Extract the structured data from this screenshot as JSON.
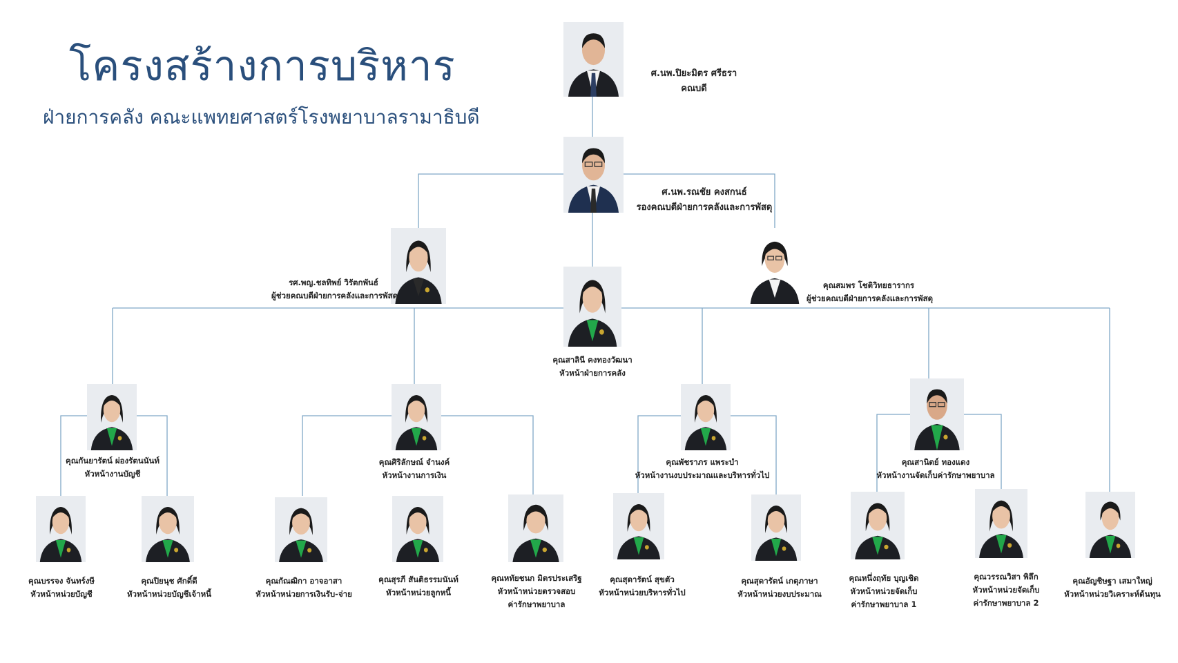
{
  "header": {
    "title": "โครงสร้างการบริหาร",
    "subtitle": "ฝ่ายการคลัง คณะแพทยศาสตร์โรงพยาบาลรามาธิบดี"
  },
  "colors": {
    "title": "#2a4f7c",
    "connector": "#7fa7c6",
    "jacket_dark": "#1d1f24",
    "jacket_navy": "#1f3050",
    "shirt_green": "#22a84a",
    "badge": "#c9a630"
  },
  "people": [
    {
      "id": "dean",
      "name": "ศ.นพ.ปิยะมิตร ศรีธรา",
      "role": "คณบดี"
    },
    {
      "id": "deputy",
      "name": "ศ.นพ.รณชัย คงสกนธ์",
      "role": "รองคณบดีฝ่ายการคลังและการพัสดุ"
    },
    {
      "id": "assist1",
      "name": "รศ.พญ.ชลทิพย์ วิรัตกพันธ์",
      "role": "ผู้ช่วยคณบดีฝ่ายการคลังและการพัสดุ"
    },
    {
      "id": "assist2",
      "name": "คุณสมพร โชติวิทยธารากร",
      "role": "ผู้ช่วยคณบดีฝ่ายการคลังและการพัสดุ"
    },
    {
      "id": "head",
      "name": "คุณสาลินี คงทองวัฒนา",
      "role": "หัวหน้าฝ่ายการคลัง"
    },
    {
      "id": "g1",
      "name": "คุณกันยารัตน์ ผ่องรัตนนันท์",
      "role": "หัวหน้างานบัญชี"
    },
    {
      "id": "g2",
      "name": "คุณศิริลักษณ์ จำนงค์",
      "role": "หัวหน้างานการเงิน"
    },
    {
      "id": "g3",
      "name": "คุณพัชราภร แพระบำ",
      "role": "หัวหน้างานงบประมาณและบริหารทั่วไป"
    },
    {
      "id": "g4",
      "name": "คุณสานิตย์ ทองแดง",
      "role": "หัวหน้างานจัดเก็บค่ารักษาพยาบาล"
    },
    {
      "id": "u1",
      "name": "คุณบรรจง จันทร์งษี",
      "role": "หัวหน้าหน่วยบัญชี"
    },
    {
      "id": "u2",
      "name": "คุณปิยนุช ศักดิ์ดี",
      "role": "หัวหน้าหน่วยบัญชีเจ้าหนี้"
    },
    {
      "id": "u3",
      "name": "คุณกัณฒิกา อาจอาสา",
      "role": "หัวหน้าหน่วยการเงินรับ-จ่าย"
    },
    {
      "id": "u4",
      "name": "คุณสุรภี สันติธรรมนันท์",
      "role": "หัวหน้าหน่วยลูกหนี้"
    },
    {
      "id": "u5",
      "name": "คุณหทัยชนก มิตรประเสริฐ",
      "role": "หัวหน้าหน่วยตรวจสอบ",
      "role2": "ค่ารักษาพยาบาล"
    },
    {
      "id": "u6",
      "name": "คุณสุดารัตน์ สุขตัว",
      "role": "หัวหน้าหน่วยบริหารทั่วไป"
    },
    {
      "id": "u7",
      "name": "คุณสุดารัตน์ เกตุภาษา",
      "role": "หัวหน้าหน่วยงบประมาณ"
    },
    {
      "id": "u8",
      "name": "คุณหนึ่งฤทัย บุญเชิด",
      "role": "หัวหน้าหน่วยจัดเก็บ",
      "role2": "ค่ารักษาพยาบาล 1"
    },
    {
      "id": "u9",
      "name": "คุณวรรณวิสา พิลึก",
      "role": "หัวหน้าหน่วยจัดเก็บ",
      "role2": "ค่ารักษาพยาบาล 2"
    },
    {
      "id": "u10",
      "name": "คุณอัญชิษฐา เสมาใหญ่",
      "role": "หัวหน้าหน่วยวิเคราะห์ต้นทุน"
    }
  ]
}
